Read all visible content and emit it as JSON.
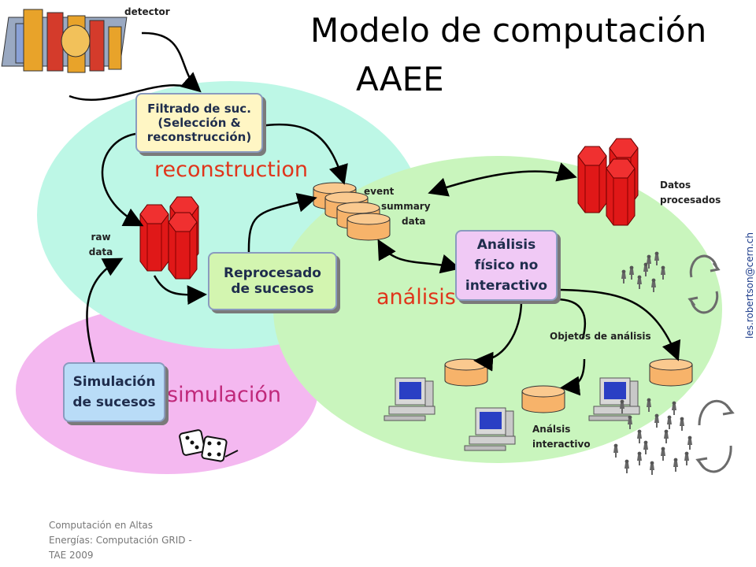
{
  "title_line1": "Modelo de computación",
  "title_line2": "AAEE",
  "regions": {
    "reconstruction": "reconstruction",
    "analisis": "análisis",
    "simulacion": "simulación"
  },
  "boxes": {
    "filtrado": [
      "Filtrado de suc.",
      "(Selección &",
      "reconstrucción)"
    ],
    "reprocesado": [
      "Reprocesado",
      "de sucesos"
    ],
    "analisis_fisico": [
      "Análisis",
      "físico no",
      "interactivo"
    ],
    "simulacion_sucesos": [
      "Simulación",
      "de sucesos"
    ]
  },
  "labels": {
    "detector": "detector",
    "raw_data": [
      "raw",
      "data"
    ],
    "event_summary": [
      "event",
      "summary",
      "data"
    ],
    "datos_procesados": [
      "Datos",
      "procesados"
    ],
    "objetos_analisis": "Objetos de análisis",
    "analisis_interactivo": [
      "Análsis",
      "interactivo"
    ]
  },
  "footer": [
    "Computación en Altas",
    "Energías: Computación GRID -",
    "TAE 2009"
  ],
  "email": "les.robertson@cern.ch",
  "colors": {
    "reconstruction_region": "#bdf7e6",
    "analysis_region": "#c9f5bd",
    "simulation_region": "#f4b8f0",
    "reconstruction_text": "#e0351b",
    "analysis_text": "#e0351b",
    "simulation_text": "#c0287a",
    "box_yellow": "#fff6c4",
    "box_green": "#d3f5b0",
    "box_purple": "#f0c9f5",
    "box_blue": "#b9dcf7",
    "disk_orange": "#f7b36a",
    "cylinder_red": "#e02020"
  }
}
